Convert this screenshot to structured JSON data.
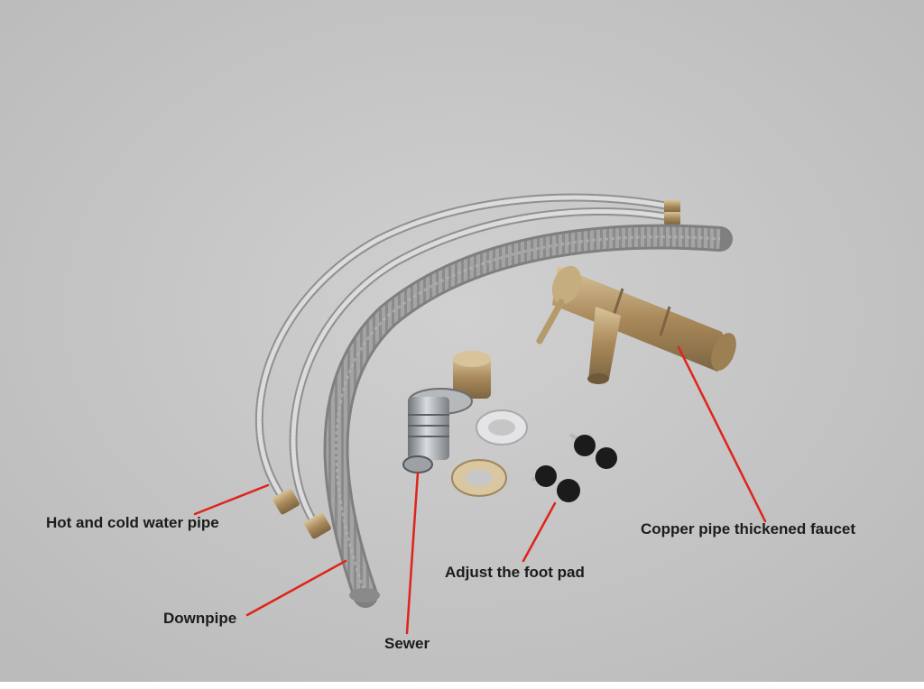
{
  "labels": {
    "water_pipe": "Hot and cold water pipe",
    "downpipe": "Downpipe",
    "sewer": "Sewer",
    "foot_pad": "Adjust the foot pad",
    "faucet": "Copper pipe thickened faucet"
  },
  "colors": {
    "background": "#c9c9c9",
    "pointer_line": "#e0231b",
    "brass": "#b59a6a",
    "braided_hose": "#c9c9c9",
    "corrugated_hose": "#9c9c9c",
    "foot_pad": "#1b1b1b"
  },
  "icons": [
    "braided-hose-icon",
    "corrugated-hose-icon",
    "brass-faucet-icon",
    "drain-fitting-icon",
    "washer-icon",
    "foot-pad-icon"
  ]
}
